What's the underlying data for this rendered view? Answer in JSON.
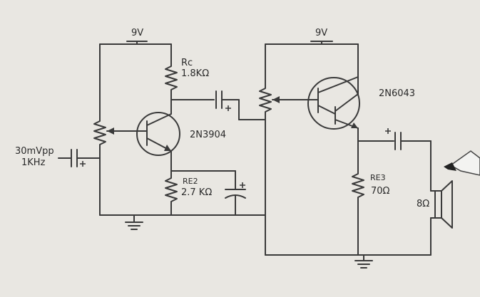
{
  "labels": {
    "supply_left": "9V",
    "supply_right": "9V",
    "rc_name": "Rc",
    "rc_value": "1.8KΩ",
    "q1_part": "2N3904",
    "q2_part": "2N6043",
    "re2_name": "RE2",
    "re2_value": "2.7 KΩ",
    "re3_name": "RE3",
    "re3_value": "70Ω",
    "input_amplitude": "30mVpp",
    "input_freq": "1KHz",
    "speaker_value": "8Ω",
    "cap_plus": "+"
  },
  "colors": {
    "paper": "#e9e7e2",
    "ink": "#3a3a3a"
  }
}
